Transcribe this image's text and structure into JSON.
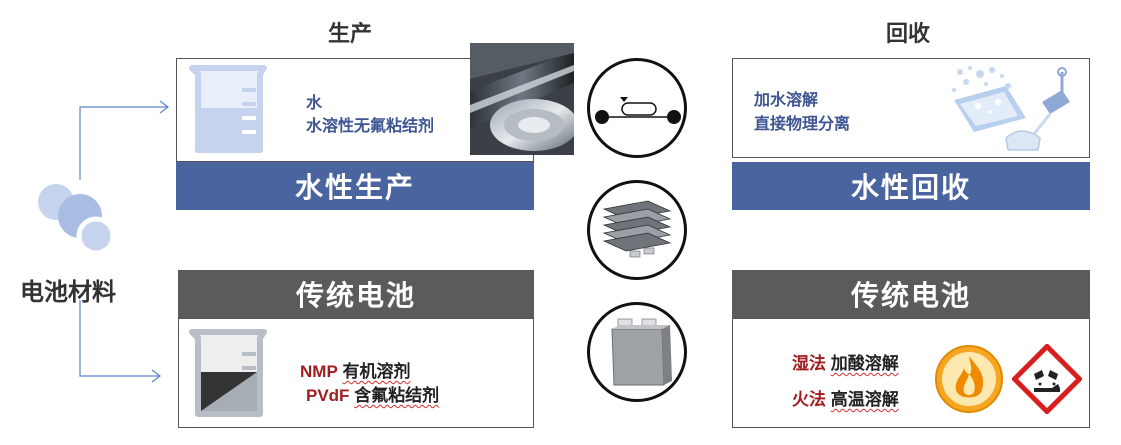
{
  "headings": {
    "production": "生产",
    "recycling": "回收"
  },
  "left": {
    "label": "电池材料"
  },
  "water_production": {
    "line1": "水",
    "line2": "水溶性无氟粘结剂",
    "band": "水性生产"
  },
  "traditional_production": {
    "band": "传统电池",
    "row1_red": "NMP",
    "row1_black": "有机溶剂",
    "row2_red": "PVdF",
    "row2_black": "含氟粘结剂"
  },
  "water_recycling": {
    "line1": "加水溶解",
    "line2": "直接物理分离",
    "band": "水性回收"
  },
  "traditional_recycling": {
    "band": "传统电池",
    "row1_red": "湿法",
    "row1_black": "加酸溶解",
    "row2_red": "火法",
    "row2_black": "高温溶解"
  },
  "colors": {
    "blue_band": "#4a64a0",
    "gray_band": "#5b5b5b",
    "blue_text": "#3d5590",
    "red_text": "#a11d20",
    "icon_light_blue": "#c5d3ee"
  },
  "icons": [
    "materials-circles-icon",
    "beaker-water-icon",
    "roll-coating-photo",
    "coating-process-icon",
    "electrode-stack-icon",
    "pouch-cell-icon",
    "dissolving-particles-icon",
    "beaker-solvent-icon",
    "flame-hazard-icon",
    "corrosive-hazard-icon"
  ]
}
